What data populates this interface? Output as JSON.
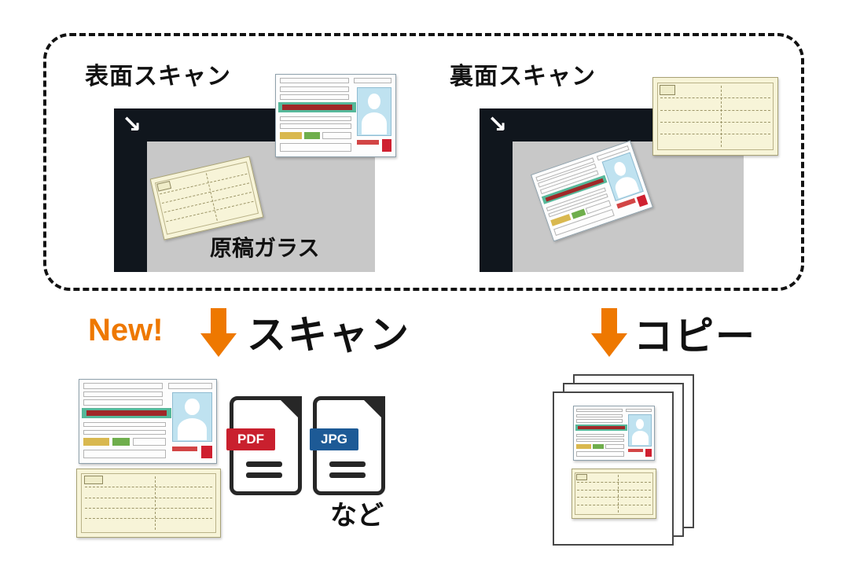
{
  "panel": {
    "front_scan_label": "表面スキャン",
    "back_scan_label": "裏面スキャン",
    "glass_label": "原稿ガラス",
    "corner_arrow": "↘"
  },
  "outputs": {
    "new_badge": "New!",
    "scan_label": "スキャン",
    "copy_label": "コピー",
    "files": {
      "pdf": "PDF",
      "jpg": "JPG",
      "etc": "など"
    }
  },
  "colors": {
    "accent_orange": "#ee7800",
    "scanner_dark": "#10161d",
    "glass_gray": "#c8c8c8",
    "pdf_red": "#c9202e",
    "jpg_blue": "#1d5a96",
    "license_band_teal": "#56b89a",
    "card_back_cream": "#f7f4d8",
    "photo_blue": "#bfe2f0"
  }
}
